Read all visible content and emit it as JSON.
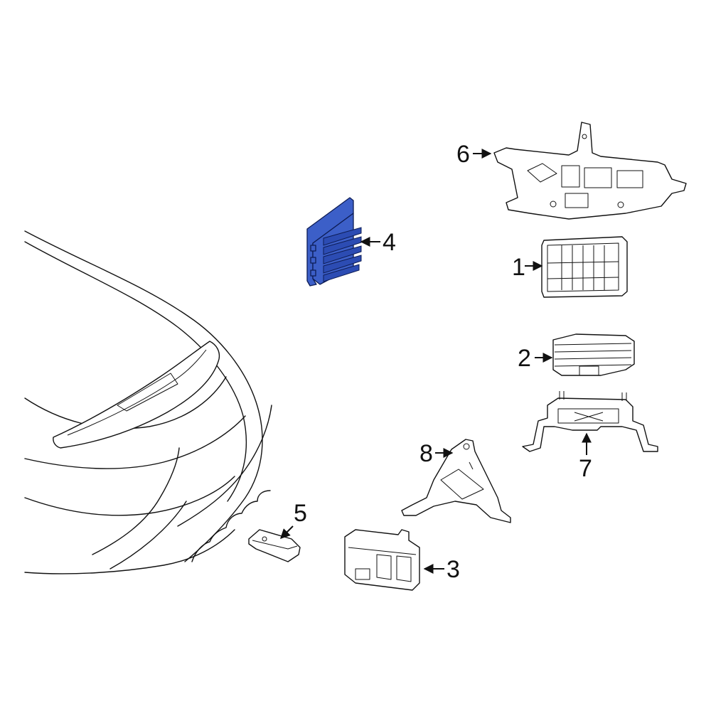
{
  "diagram": {
    "highlight_color": "#3c5fc8",
    "line_color": "#111111",
    "background": "#ffffff",
    "callouts": [
      {
        "id": "1",
        "label": "1"
      },
      {
        "id": "2",
        "label": "2"
      },
      {
        "id": "3",
        "label": "3"
      },
      {
        "id": "4",
        "label": "4"
      },
      {
        "id": "5",
        "label": "5"
      },
      {
        "id": "6",
        "label": "6"
      },
      {
        "id": "7",
        "label": "7"
      },
      {
        "id": "8",
        "label": "8"
      }
    ],
    "highlighted_part": "4"
  }
}
